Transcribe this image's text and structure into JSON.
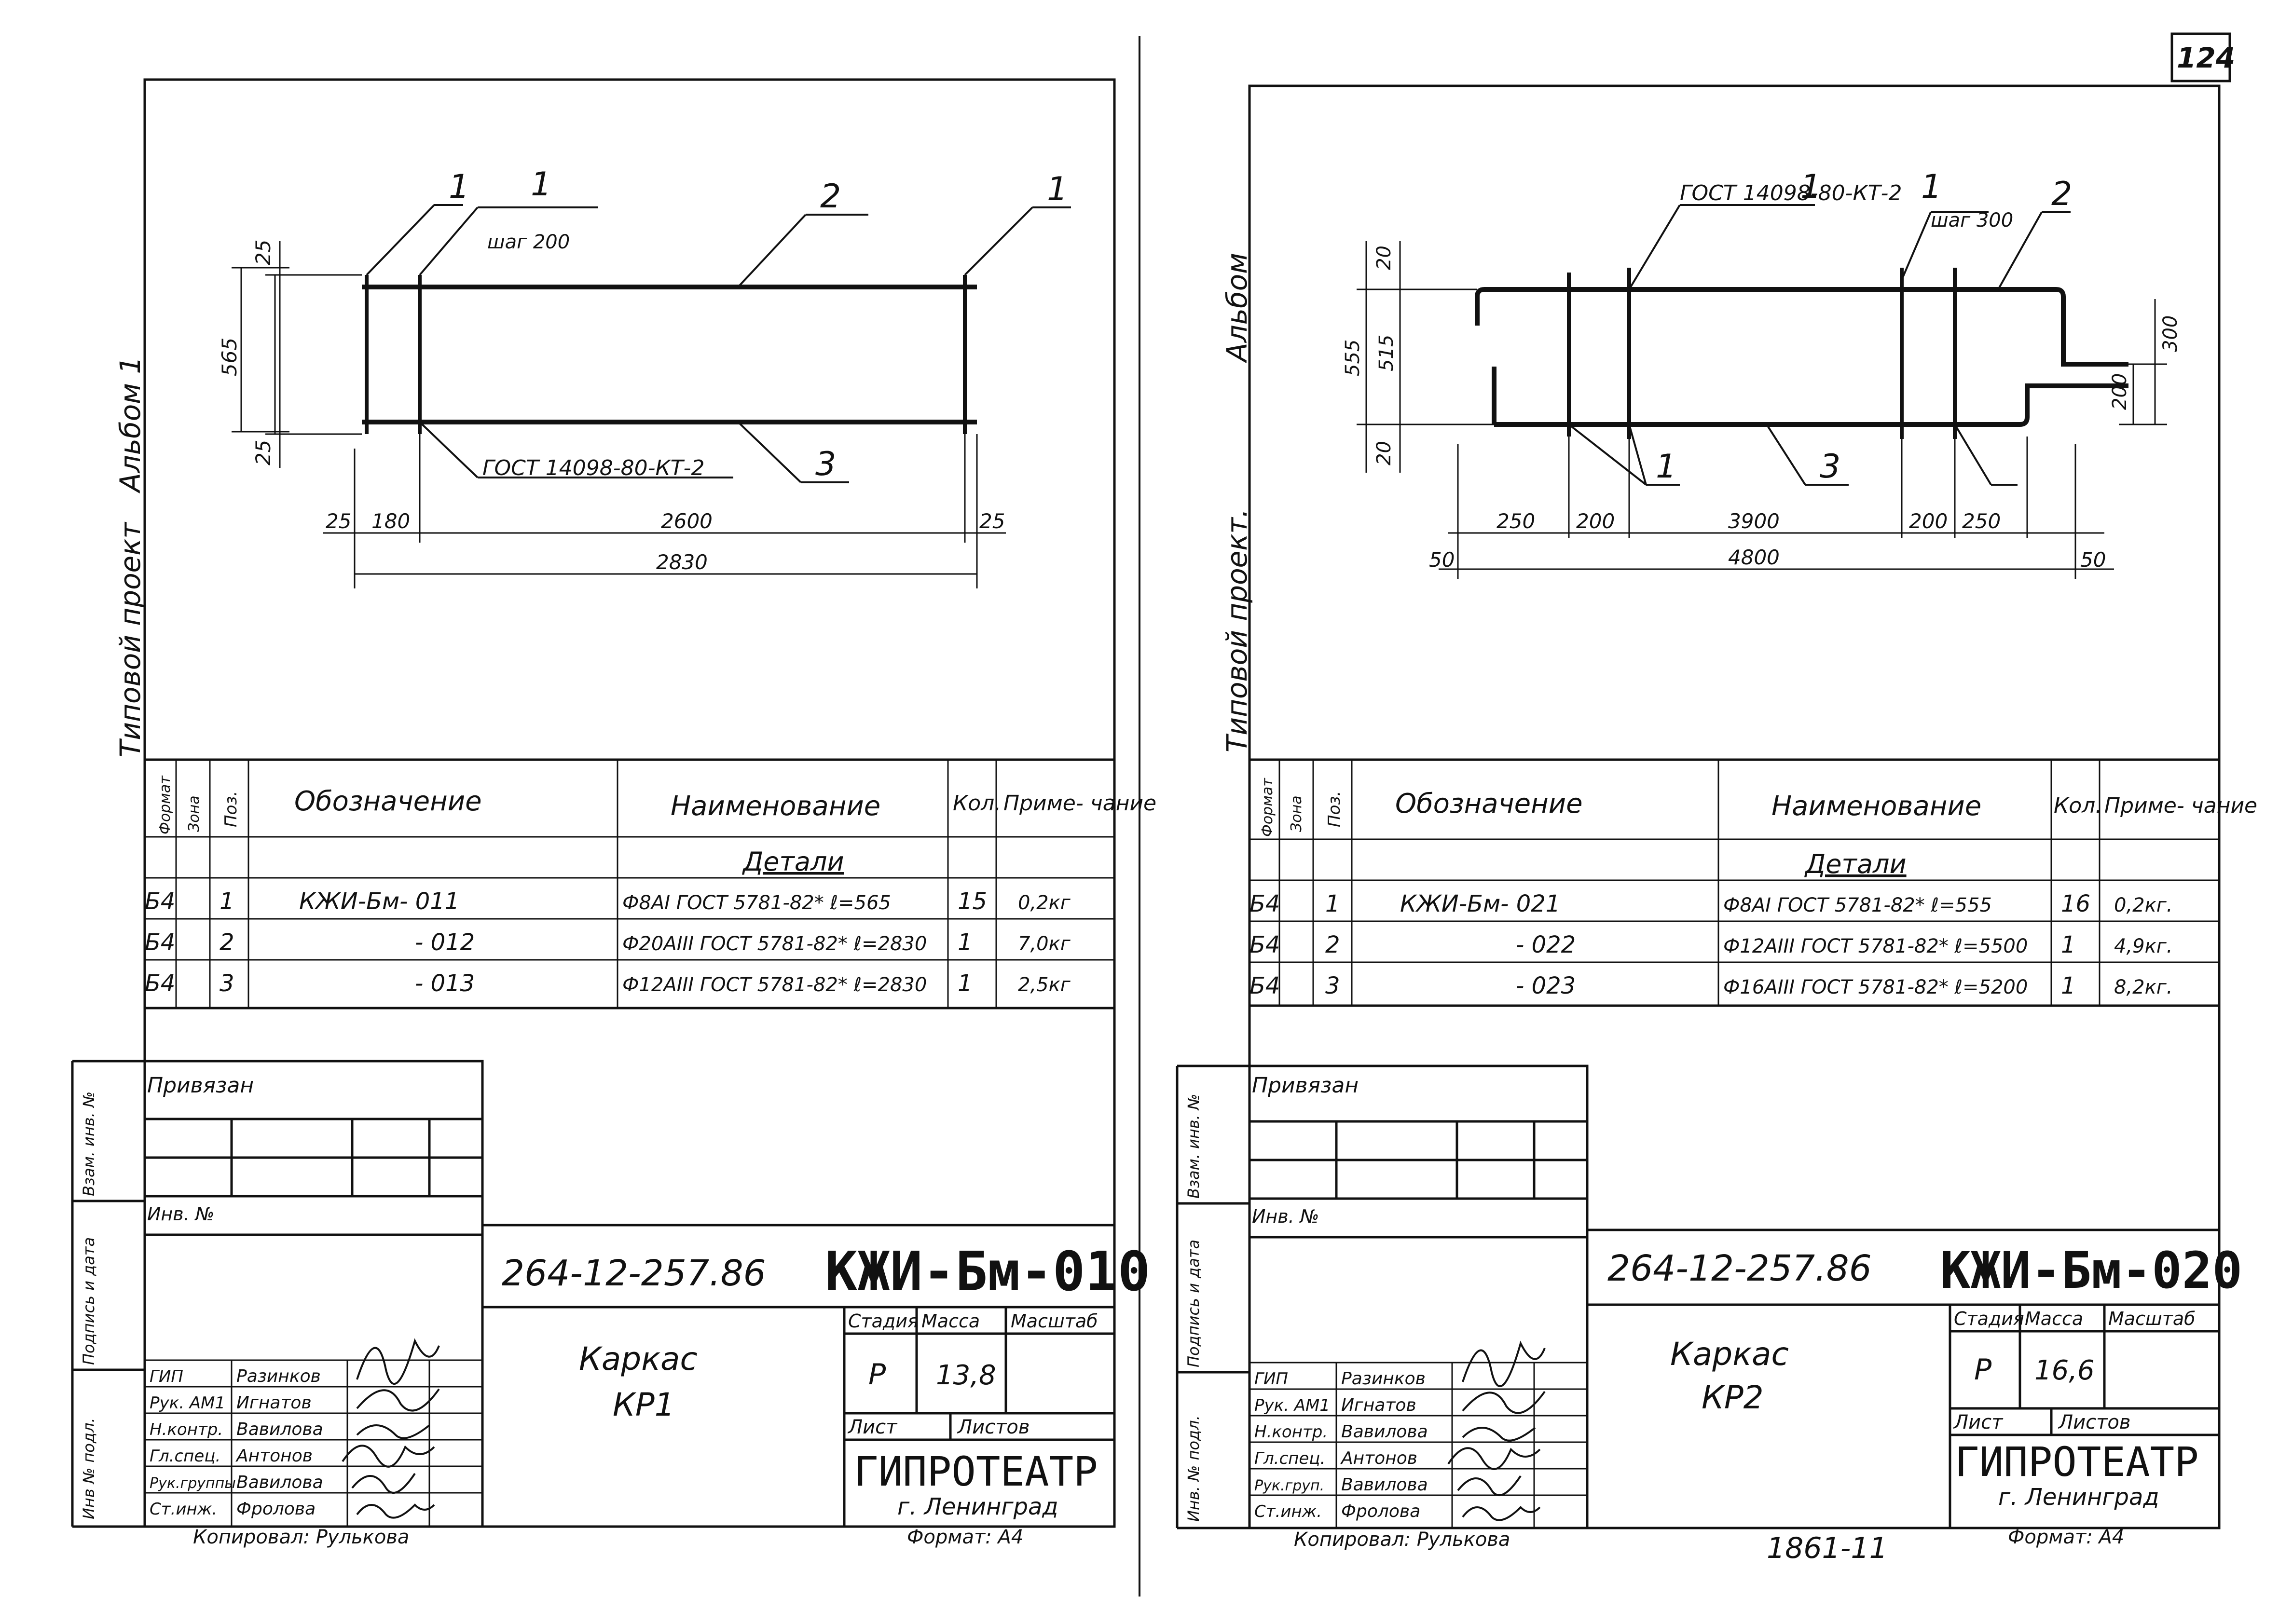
{
  "page_number": "124",
  "sheets": [
    {
      "side": "left",
      "edge_labels": [
        "Типовой проект",
        "Альбом 1"
      ],
      "drawing": {
        "leaders": [
          "1",
          "1",
          "2",
          "1"
        ],
        "step_note": "шаг 200",
        "mesh_note": "ГОСТ 14098-80-КТ-2",
        "bottom_pos": "3",
        "vert_dims": [
          "25",
          "565",
          "25"
        ],
        "horiz_dims": [
          "25",
          "180",
          "2600",
          "25"
        ],
        "total_dim": "2830"
      },
      "spec": {
        "headers": {
          "format": "Формат",
          "zone": "Зона",
          "pos": "Поз.",
          "designation": "Обозначение",
          "name": "Наименование",
          "qty": "Кол.",
          "note": "Приме- чание"
        },
        "section": "Детали",
        "rows": [
          {
            "format": "Б4",
            "pos": "1",
            "designation": "КЖИ-Бм- 011",
            "name": "Ф8АI ГОСТ 5781-82* ℓ=565",
            "qty": "15",
            "note": "0,2кг"
          },
          {
            "format": "Б4",
            "pos": "2",
            "designation": "- 012",
            "name": "Ф20АIII ГОСТ 5781-82* ℓ=2830",
            "qty": "1",
            "note": "7,0кг"
          },
          {
            "format": "Б4",
            "pos": "3",
            "designation": "- 013",
            "name": "Ф12АIII ГОСТ 5781-82* ℓ=2830",
            "qty": "1",
            "note": "2,5кг"
          }
        ]
      },
      "side_labels": {
        "inv_vzam": "Взам. инв. №",
        "podpis": "Подпись и дата",
        "inv_podl": "Инв № подл."
      },
      "privyazan": "Привязан",
      "inv_no": "Инв. №",
      "title_block": {
        "code": "264-12-257.86",
        "designation": "КЖИ-Бм-010",
        "title": "Каркас",
        "subtitle": "КР1",
        "stage_label": "Стадия",
        "mass_label": "Масса",
        "scale_label": "Масштаб",
        "stage": "Р",
        "mass": "13,8",
        "sheet_label": "Лист",
        "sheets_label": "Листов",
        "org": "ГИПРОТЕАТР",
        "city": "г. Ленинград",
        "roles": [
          {
            "role": "ГИП",
            "name": "Разинков"
          },
          {
            "role": "Рук. АМ1",
            "name": "Игнатов"
          },
          {
            "role": "Н.контр.",
            "name": "Вавилова"
          },
          {
            "role": "Гл.спец.",
            "name": "Антонов"
          },
          {
            "role": "Рук.группы",
            "name": "Вавилова"
          },
          {
            "role": "Ст.инж.",
            "name": "Фролова"
          }
        ]
      },
      "copied_by": "Копировал: Рулькова",
      "format": "Формат: А4",
      "footer_number": ""
    },
    {
      "side": "right",
      "edge_labels": [
        "Типовой проект.",
        "Альбом"
      ],
      "drawing": {
        "leaders": [
          "1",
          "2",
          "1",
          "3",
          "1"
        ],
        "step_note": "шаг 300",
        "mesh_note": "ГОСТ 14098-80-КТ-2",
        "vert_dims": [
          "20",
          "555",
          "515",
          "20",
          "300",
          "200"
        ],
        "horiz_dims": [
          "50",
          "250",
          "200",
          "3900",
          "200",
          "250",
          "50"
        ],
        "total_dim": "4800"
      },
      "spec": {
        "headers": {
          "format": "Формат",
          "zone": "Зона",
          "pos": "Поз.",
          "designation": "Обозначение",
          "name": "Наименование",
          "qty": "Кол.",
          "note": "Приме- чание"
        },
        "section": "Детали",
        "rows": [
          {
            "format": "Б4",
            "pos": "1",
            "designation": "КЖИ-Бм- 021",
            "name": "Ф8АI ГОСТ 5781-82* ℓ=555",
            "qty": "16",
            "note": "0,2кг."
          },
          {
            "format": "Б4",
            "pos": "2",
            "designation": "- 022",
            "name": "Ф12АIII ГОСТ 5781-82* ℓ=5500",
            "qty": "1",
            "note": "4,9кг."
          },
          {
            "format": "Б4",
            "pos": "3",
            "designation": "- 023",
            "name": "Ф16АIII ГОСТ 5781-82* ℓ=5200",
            "qty": "1",
            "note": "8,2кг."
          }
        ]
      },
      "side_labels": {
        "inv_vzam": "Взам. инв. №",
        "podpis": "Подпись и дата",
        "inv_podl": "Инв. № подл."
      },
      "privyazan": "Привязан",
      "inv_no": "Инв. №",
      "title_block": {
        "code": "264-12-257.86",
        "designation": "КЖИ-Бм-020",
        "title": "Каркас",
        "subtitle": "КР2",
        "stage_label": "Стадия",
        "mass_label": "Масса",
        "scale_label": "Масштаб",
        "stage": "Р",
        "mass": "16,6",
        "sheet_label": "Лист",
        "sheets_label": "Листов",
        "org": "ГИПРОТЕАТР",
        "city": "г. Ленинград",
        "roles": [
          {
            "role": "ГИП",
            "name": "Разинков"
          },
          {
            "role": "Рук. АМ1",
            "name": "Игнатов"
          },
          {
            "role": "Н.контр.",
            "name": "Вавилова"
          },
          {
            "role": "Гл.спец.",
            "name": "Антонов"
          },
          {
            "role": "Рук.груп.",
            "name": "Вавилова"
          },
          {
            "role": "Ст.инж.",
            "name": "Фролова"
          }
        ]
      },
      "copied_by": "Копировал: Рулькова",
      "format": "Формат: А4",
      "footer_number": "1861-11"
    }
  ]
}
